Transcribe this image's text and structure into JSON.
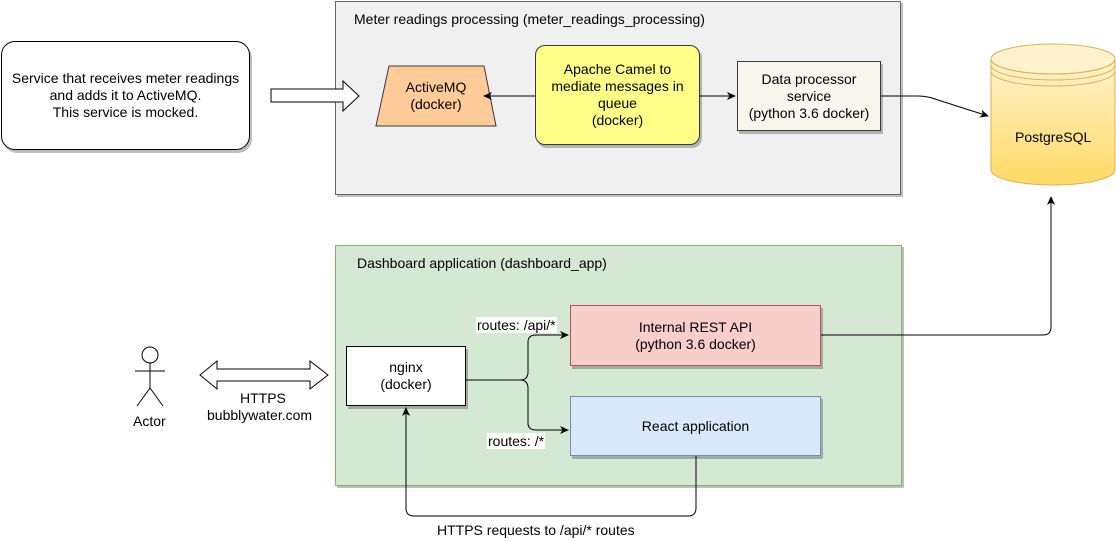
{
  "external_service": {
    "text": "Service that receives meter readings\nand adds it to ActiveMQ.\nThis service is mocked."
  },
  "meter_group": {
    "title": "Meter readings processing (meter_readings_processing)",
    "activemq": "ActiveMQ\n(docker)",
    "camel": "Apache Camel to\nmediate messages in\nqueue\n(docker)",
    "data_processor": "Data processor\nservice\n(python 3.6 docker)"
  },
  "database": {
    "label": "PostgreSQL"
  },
  "dashboard_group": {
    "title": "Dashboard application (dashboard_app)",
    "nginx": "nginx\n(docker)",
    "rest_api": "Internal REST API\n(python 3.6 docker)",
    "react": "React application",
    "route_api": "routes: /api/*",
    "route_root": "routes: /*"
  },
  "actor": {
    "label": "Actor"
  },
  "https_link": {
    "protocol": "HTTPS",
    "domain": "bubblywater.com"
  },
  "api_requests_label": "HTTPS requests to /api/* routes",
  "colors": {
    "meter_group_bg": "#f0f0f0",
    "dashboard_group_bg": "#d5e8d4",
    "dashboard_group_border": "#82b366",
    "activemq_fill": "#ffcc99",
    "camel_fill": "#ffff88",
    "data_processor_fill": "#f9f7ed",
    "rest_api_fill": "#f8cecc",
    "rest_api_border": "#b85450",
    "react_fill": "#dae8fc",
    "react_border": "#6c8ebf",
    "db_fill_top": "#fff2cc",
    "db_fill_bottom": "#ffd966",
    "db_border": "#d6b656"
  }
}
